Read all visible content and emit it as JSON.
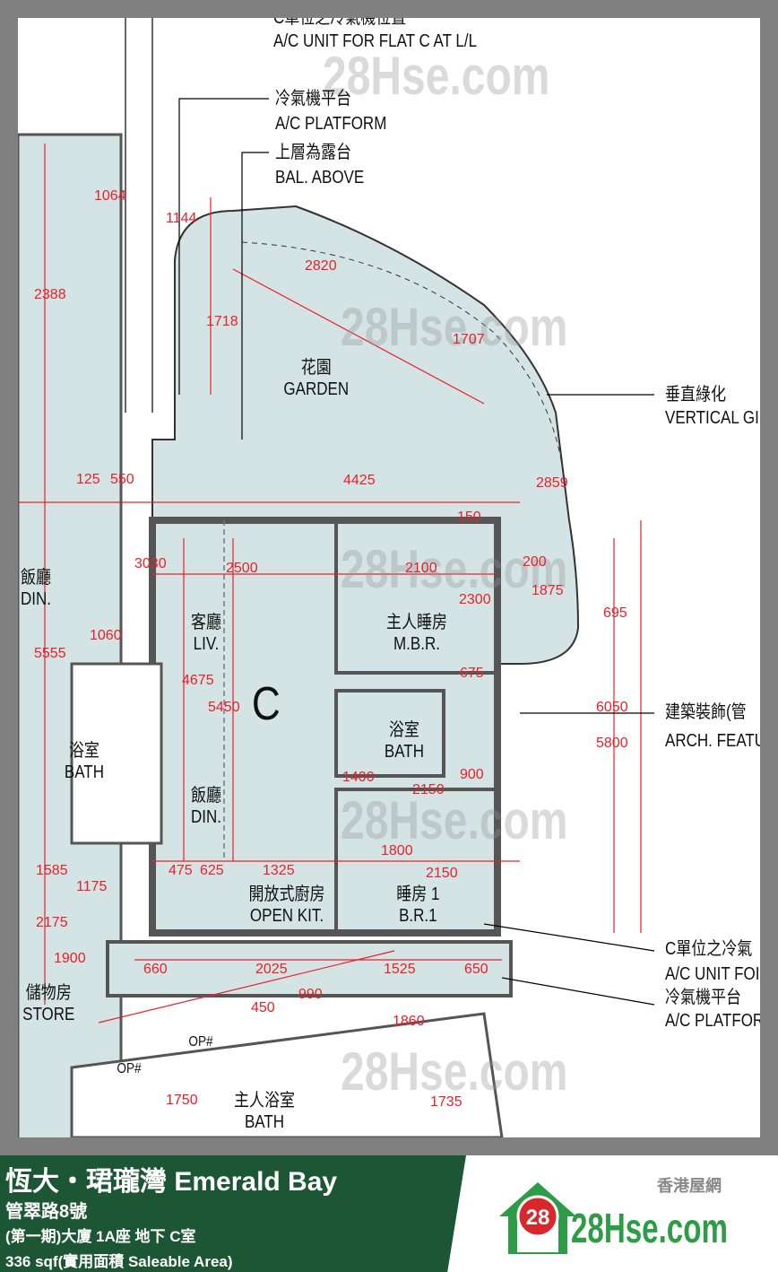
{
  "plan": {
    "annotations": {
      "ac_unit_top_zh": "C單位之冷氣機位置",
      "ac_unit_top_en": "A/C UNIT FOR FLAT C AT L/L",
      "ac_platform_top_zh": "冷氣機平台",
      "ac_platform_top_en": "A/C PLATFORM",
      "bal_above_zh": "上層為露台",
      "bal_above_en": "BAL. ABOVE",
      "vertical_green_zh": "垂直綠化",
      "vertical_green_en": "VERTICAL GI",
      "arch_feature_zh": "建築裝飾(管",
      "arch_feature_en": "ARCH. FEATU",
      "ac_unit_bottom_zh": "C單位之冷氣",
      "ac_unit_bottom_en": "A/C UNIT FOI",
      "ac_platform_bottom_zh": "冷氣機平台",
      "ac_platform_bottom_en": "A/C PLATFOR"
    },
    "rooms": {
      "garden_zh": "花園",
      "garden_en": "GARDEN",
      "flat_letter": "C",
      "living_zh": "客廳",
      "living_en": "LIV.",
      "dining_zh": "飯廳",
      "dining_en": "DIN.",
      "mbr_zh": "主人睡房",
      "mbr_en": "M.B.R.",
      "bath_zh": "浴室",
      "bath_en": "BATH",
      "kitchen_zh": "開放式廚房",
      "kitchen_en": "OPEN KIT.",
      "br1_zh": "睡房 1",
      "br1_en": "B.R.1",
      "left_dining_zh": "飯廳",
      "left_dining_en": "DIN.",
      "left_bath_zh": "浴室",
      "left_bath_en": "BATH",
      "store_zh": "儲物房",
      "store_en": "STORE",
      "lower_bath_zh": "主人浴室",
      "lower_bath_en": "BATH",
      "op1": "OP#",
      "op2": "OP#"
    },
    "dimensions": [
      "2820",
      "1707",
      "1144",
      "1718",
      "4425",
      "2859",
      "2500",
      "2100",
      "200",
      "3030",
      "1875",
      "695",
      "5450",
      "4675",
      "2300",
      "675",
      "6050",
      "5800",
      "1400",
      "2150",
      "900",
      "1800",
      "2150",
      "475",
      "625",
      "1325",
      "2025",
      "1525",
      "650",
      "990",
      "1860",
      "450",
      "1750",
      "1735",
      "1060",
      "5555",
      "2388",
      "1064",
      "150",
      "550",
      "125",
      "1585",
      "1175",
      "2175",
      "1900",
      "660"
    ],
    "watermark": "28Hse.com",
    "watermark_badge": "28"
  },
  "footer": {
    "title": "恆大・珺瓏灣 Emerald Bay",
    "address": "管翠路8號",
    "unit": "(第一期)大廈 1A座 地下 C室",
    "area": "336 sqf(實用面積 Saleable Area)",
    "logo_tagline": "香港屋網",
    "logo_text": "28Hse.com",
    "logo_badge": "28"
  },
  "colors": {
    "brand_green": "#1d5634",
    "dimension_red": "#e8202a",
    "plan_fill": "#d4e4e4"
  }
}
